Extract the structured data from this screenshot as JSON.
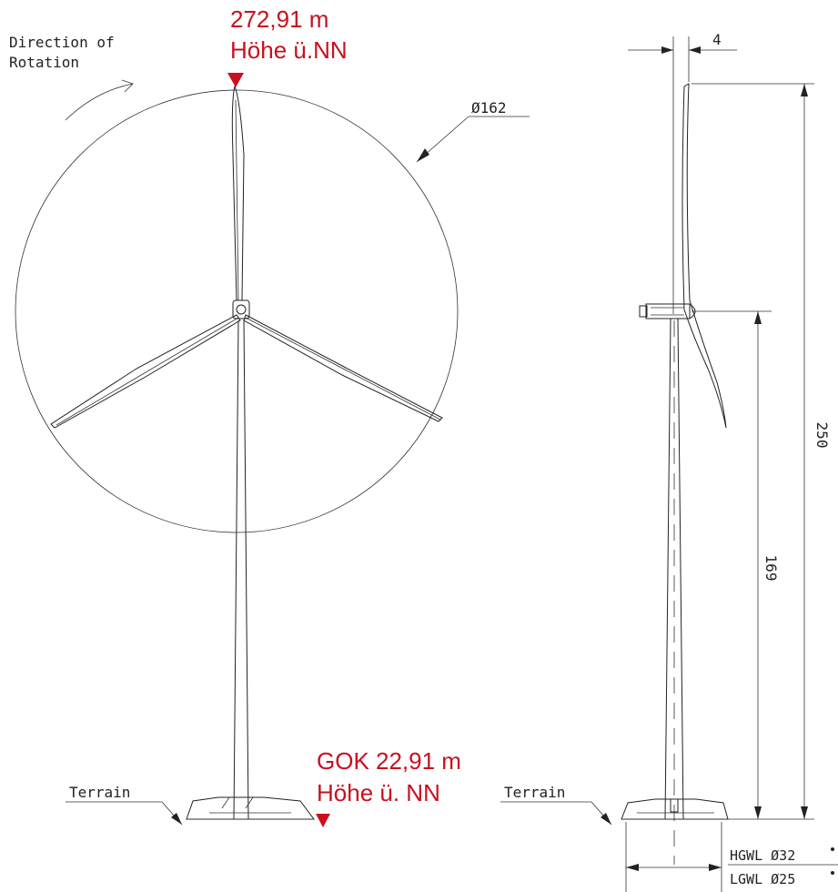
{
  "annotations": {
    "top_height_value": "272,91 m",
    "top_height_ref": "Höhe ü.NN",
    "ground_height_value": "GOK 22,91 m",
    "ground_height_ref": "Höhe ü. NN",
    "marker_color": "#c8101e"
  },
  "labels": {
    "rotation_line1": "Direction of",
    "rotation_line2": "Rotation",
    "rotor_diameter": "Ø162",
    "terrain_front": "Terrain",
    "terrain_side": "Terrain",
    "overhang": "4",
    "total_height": "250",
    "hub_height": "169",
    "hgwl": "HGWL  Ø32",
    "lgwl": "LGWL  Ø25"
  }
}
